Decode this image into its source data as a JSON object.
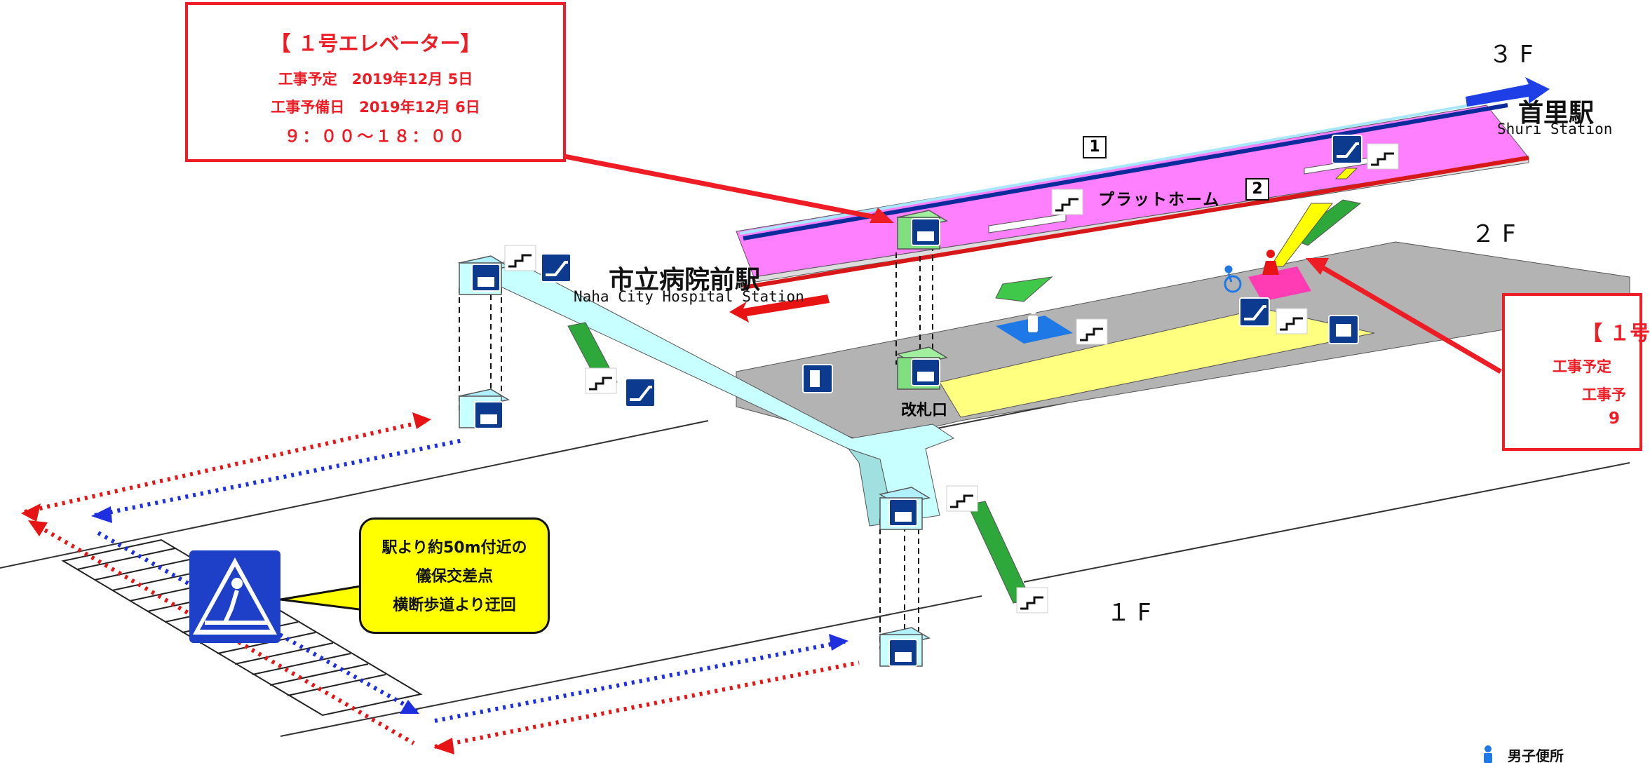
{
  "callout_left": {
    "title": "【 １号エレベーター】",
    "line1": "工事予定　2019年12月 5日",
    "line2": "工事予備日　2019年12月 6日",
    "line3": "９：００～１８：００"
  },
  "callout_right": {
    "title": "【 １号",
    "line1": "工事予定",
    "line2": "工事予",
    "line3": "9"
  },
  "floors": {
    "f3": "３F",
    "f2": "２F",
    "f1": "１F"
  },
  "stations": {
    "shuri_ja": "首里駅",
    "shuri_en": "Shuri Station",
    "hospital_ja": "市立病院前駅",
    "hospital_en": "Naha City Hospital Station"
  },
  "platform": {
    "label": "プラットホーム",
    "track1": "1",
    "track2": "2"
  },
  "gate_label": "改札口",
  "detour_note": {
    "line1": "駅より約50m付近の",
    "line2": "儀保交差点",
    "line3": "横断歩道より迂回"
  },
  "legend": {
    "mens_toilet": "男子便所"
  },
  "colors": {
    "alert_red": "#ee1c25",
    "platform_pink": "#ff80ff",
    "concourse_yellow": "#ffff80",
    "walkway_cyan": "#c8ffff",
    "sign_blue": "#0b3a8f",
    "route_blue": "#1e2fe0"
  },
  "icons": [
    "elevator-icon",
    "escalator-icon",
    "stairs-icon",
    "wheelchair-icon",
    "toilet-icon",
    "ticket-machine-icon",
    "pedestrian-crossing-sign-icon"
  ]
}
